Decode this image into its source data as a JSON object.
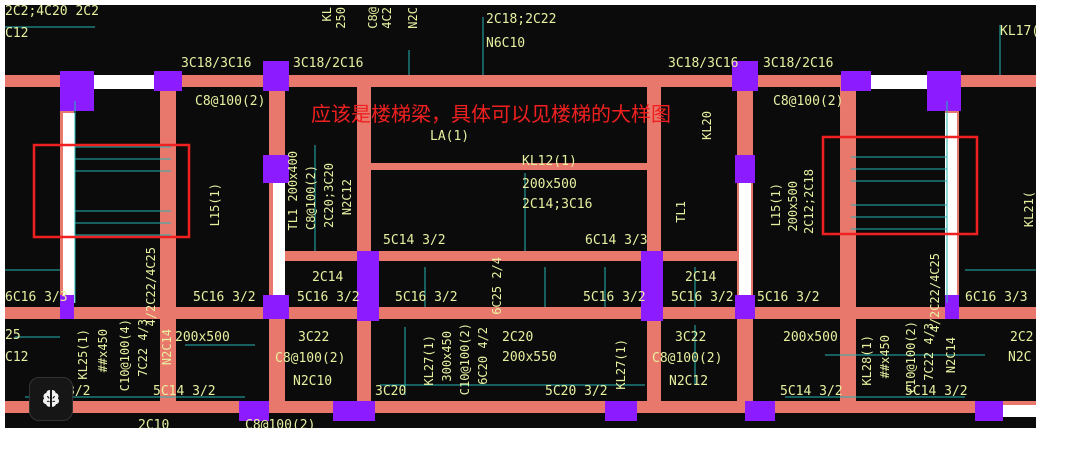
{
  "viewer": {
    "background": "#0b0b0b",
    "beam_color": "#e8776c",
    "column_color": "#8c1cff",
    "line_color": "#26b3b3",
    "label_color": "#e8f0a0",
    "markup_color": "#f02020"
  },
  "annotation": {
    "text": "应该是楼梯梁，具体可以见楼梯的大样图"
  },
  "labels": {
    "t_top1": "3C18/3C16",
    "t_top2": "3C18/2C16",
    "t_top3": "2C18;2C22",
    "t_top4": "N6C10",
    "t_top5": "3C18/3C16",
    "t_top6": "3C18/2C16",
    "t_top7": "KL17(",
    "t_corner1": "2C2;4C20 2C2",
    "t_corner2": "C12",
    "t_c8a": "C8@100(2)",
    "t_c8b": "C8@100(2)",
    "t_la": "LA(1)",
    "t_kl12a": "KL12(1)",
    "t_kl12b": "200x500",
    "t_kl12c": "2C14;3C16",
    "t_2c14a": "5C14 3/2",
    "t_2c14b": "6C14 3/3",
    "t_2c14c": "2C14",
    "t_2c14d": "2C14",
    "t_row1": "6C16 3/3",
    "t_row2": "5C16 3/2",
    "t_row3": "5C16 3/2",
    "t_row4": "5C16 3/2",
    "t_row5": "5C16 3/2",
    "t_row6": "5C16 3/2",
    "t_row7": "5C16 3/2",
    "t_row8": "6C16 3/3",
    "t_left25": "25",
    "t_leftC12": "C12",
    "t_200x500a": "200x500",
    "t_200x500b": "200x500",
    "t_3c22a": "3C22",
    "t_3c22b": "3C22",
    "t_c8c": "C8@100(2)",
    "t_c8d": "C8@100(2)",
    "t_n2c10": "N2C10",
    "t_n2c12": "N2C12",
    "t_2c20": "2C20",
    "t_200x550": "200x550",
    "t_2c2r": "2C2",
    "t_n2cr": "N2C",
    "t_bot1": "3/2",
    "t_bot2": "5C14 3/2",
    "t_bot3": "3C20",
    "t_bot4": "5C20 3/2",
    "t_bot5": "5C14 3/2",
    "t_bot6": "5C14 3/2",
    "t_bot7": "2C10",
    "t_bot8": "C8@100(2)",
    "v_kl": "KL",
    "v_250": "250",
    "v_c80": "C8@",
    "v_4c2": "4C2",
    "v_n2c": "N2C",
    "v_l15a": "L15(1)",
    "v_l15b": "L15(1)",
    "v_200x500": "200x500",
    "v_2c12": "2C12;2C18",
    "v_tl1a": "TL1 200x400",
    "v_tl1b": "C8@100(2)",
    "v_tl1c": "2C20;3C20",
    "v_n2c12": "N2C12",
    "v_tl1": "TL1",
    "v_kl20": "KL20",
    "v_2c22l": "4/2C22/4C25",
    "v_2c22r": "4/2C22/4C25",
    "v_kl25": "KL25(1)",
    "v_450": "##x450",
    "v_c10a": "C10@100(4)",
    "v_7c22a": "7C22 4/3",
    "v_n2c14a": "N2C14",
    "v_kl27": "KL27(1)",
    "v_300": "300x450",
    "v_c10b": "C10@100(2)",
    "v_6c20": "6C20 4/2",
    "v_kl27b": "KL27(1)",
    "v_kl28": "KL28(1)",
    "v_450b": "##x450",
    "v_c10c": "C10@100(2)",
    "v_7c22b": "7C22 4/3",
    "v_n2c14b": "N2C14",
    "v_6c25": "6C25 2/4",
    "v_kl21": "KL21("
  },
  "ai_button": {
    "icon": "brain-icon"
  }
}
